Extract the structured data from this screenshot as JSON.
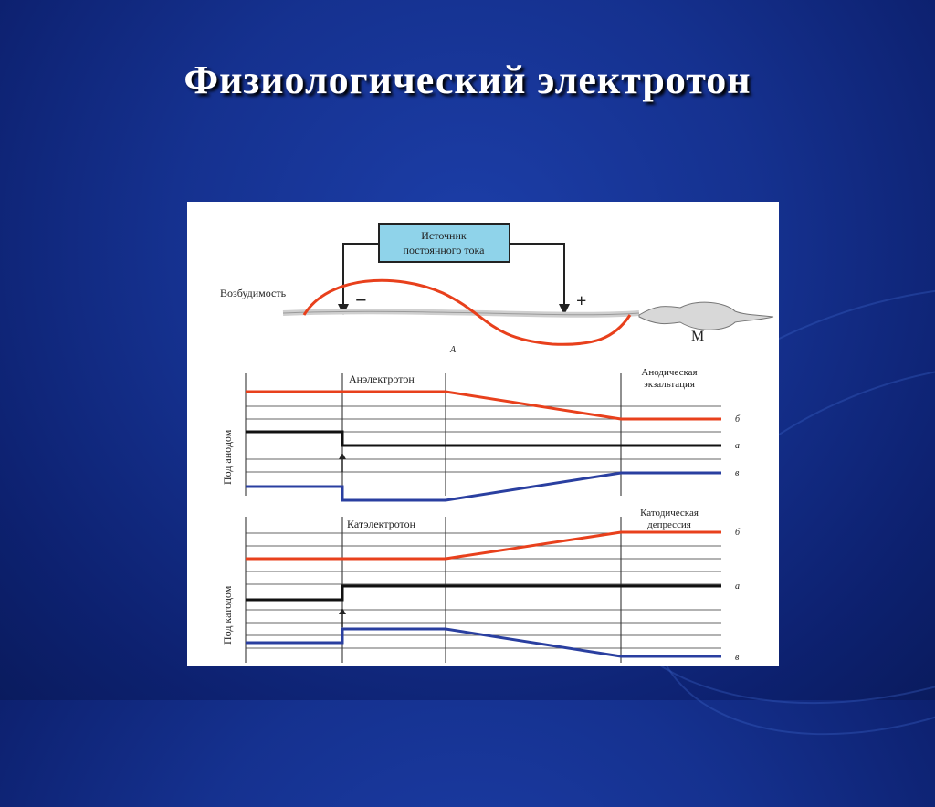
{
  "slide": {
    "title": "Физиологический электротон"
  },
  "diagram": {
    "source_box": [
      "Источник",
      "постоянного тока"
    ],
    "excitability_label": "Возбудимость",
    "minus_sign": "−",
    "plus_sign": "+",
    "muscle_label": "М",
    "panel_label": "А",
    "anelectrotone_label": "Анэлектротон",
    "anodic_exaltation": [
      "Анодическая",
      "экзальтация"
    ],
    "catelectrotone_label": "Катэлектротон",
    "cathodic_depression": [
      "Катодическая",
      "депрессия"
    ],
    "under_anode_label": "Под анодом",
    "under_cathode_label": "Под катодом",
    "trace_labels_top": [
      "б",
      "а",
      "в"
    ],
    "trace_labels_bottom": [
      "б",
      "а",
      "в"
    ],
    "colors": {
      "excitability_trace": "#e8401c",
      "potential_trace": "#111111",
      "threshold_trace": "#2a3fa0"
    }
  }
}
